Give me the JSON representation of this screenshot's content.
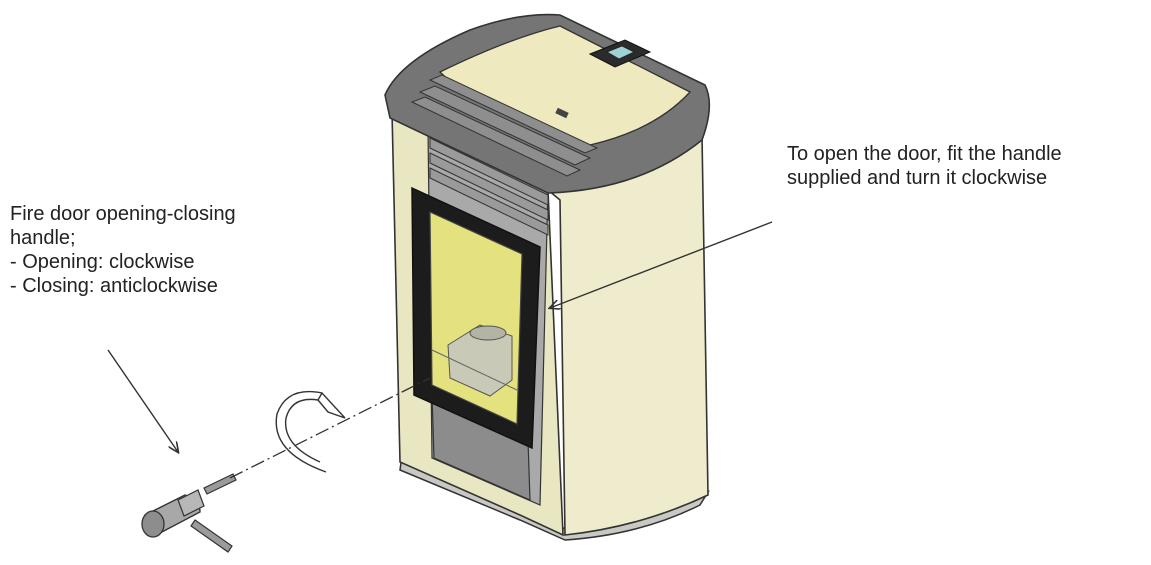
{
  "annotations": {
    "left": {
      "lines": [
        "Fire door opening-closing",
        "handle;",
        "- Opening: clockwise",
        "- Closing: anticlockwise"
      ]
    },
    "right": {
      "lines": [
        "To open the door, fit the handle",
        "supplied and turn it clockwise"
      ]
    }
  },
  "colors": {
    "body": "#eeeccc",
    "top": "#757575",
    "glass": "#e4e27e",
    "frame": "#1c1c1c",
    "handle": "#9a9a9a",
    "lines": "#333333"
  }
}
